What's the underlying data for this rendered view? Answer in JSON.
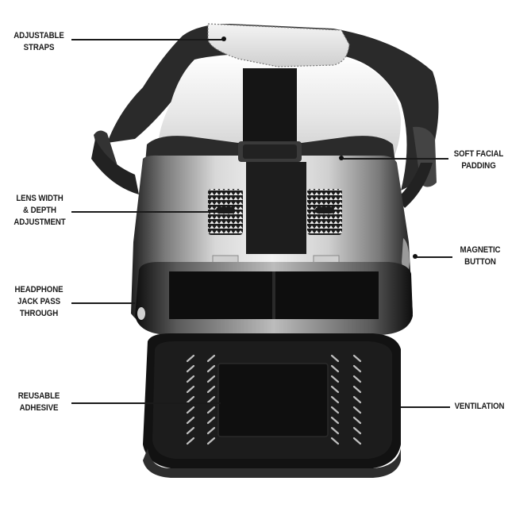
{
  "figure": {
    "subject": "VR headset with annotated features",
    "background_color": "#ffffff",
    "label_color": "#1a1a1a"
  },
  "callouts": {
    "adjustable_straps": {
      "line1": "ADJUSTABLE",
      "line2": "STRAPS"
    },
    "lens_adjustment": {
      "line1": "LENS WIDTH",
      "line2": "& DEPTH",
      "line3": "ADJUSTMENT"
    },
    "headphone_jack": {
      "line1": "HEADPHONE",
      "line2": "JACK PASS",
      "line3": "THROUGH"
    },
    "reusable_adhesive": {
      "line1": "REUSABLE",
      "line2": "ADHESIVE"
    },
    "soft_facial_padding": {
      "line1": "SOFT FACIAL",
      "line2": "PADDING"
    },
    "magnetic_button": {
      "line1": "MAGNETIC",
      "line2": "BUTTON"
    },
    "ventilation": {
      "line1": "VENTILATION"
    }
  }
}
